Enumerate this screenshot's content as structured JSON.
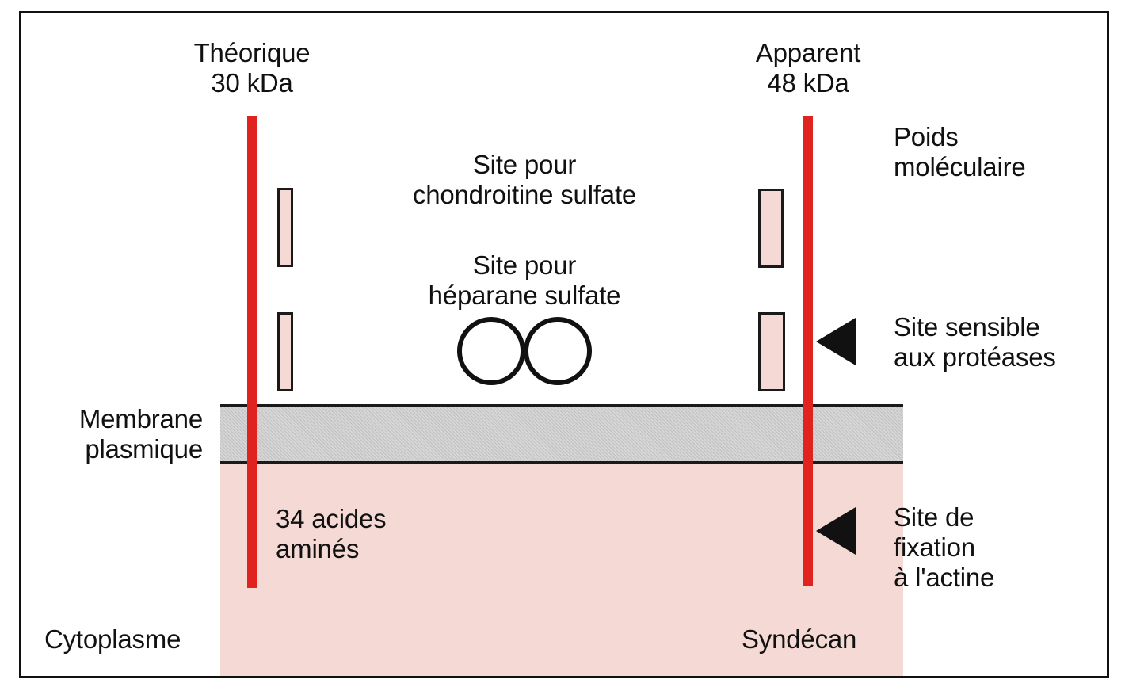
{
  "labels": {
    "theoretical": {
      "line1": "Théorique",
      "line2": "30 kDa"
    },
    "apparent": {
      "line1": "Apparent",
      "line2": "48 kDa"
    },
    "molecular_weight": {
      "line1": "Poids",
      "line2": "moléculaire"
    },
    "chondroitin_site": {
      "line1": "Site pour",
      "line2": "chondroitine sulfate"
    },
    "heparan_site": {
      "line1": "Site pour",
      "line2": "héparane sulfate"
    },
    "protease_site": {
      "line1": "Site sensible",
      "line2": "aux protéases"
    },
    "membrane": {
      "line1": "Membrane",
      "line2": "plasmique"
    },
    "amino_acids": {
      "line1": "34 acides",
      "line2": "aminés"
    },
    "actin_site": {
      "line1": "Site de",
      "line2": "fixation",
      "line3": "à l'actine"
    },
    "cytoplasm": "Cytoplasme",
    "syndecan": "Syndécan"
  },
  "colors": {
    "protein_bar": "#e0231e",
    "cytoplasm_fill": "#f5d9d5",
    "membrane_fill": "#d6d6d6",
    "outline": "#111111"
  },
  "icons": {
    "protease_marker": "left-pointing-triangle",
    "actin_marker": "left-pointing-triangle",
    "heparan_sulfate_symbol": "double-ring"
  }
}
